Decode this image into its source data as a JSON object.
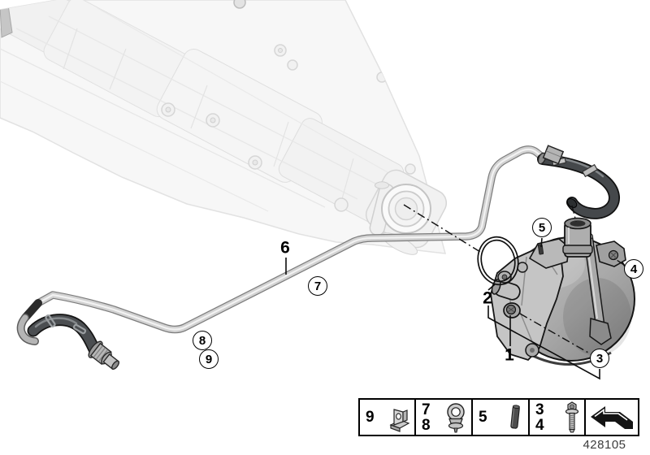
{
  "diagram": {
    "part_number": "428105",
    "callouts": {
      "c1": "1",
      "c2": "2",
      "c3": "3",
      "c4": "4",
      "c5": "5",
      "c6": "6",
      "c7": "7",
      "c8": "8",
      "c9": "9"
    },
    "legend": {
      "cells": [
        {
          "labels": [
            "9"
          ],
          "icon": "bracket-icon"
        },
        {
          "labels": [
            "7",
            "8"
          ],
          "icon": "clamp-icon"
        },
        {
          "labels": [
            "5"
          ],
          "icon": "pin-icon"
        },
        {
          "labels": [
            "3",
            "4"
          ],
          "icon": "screw-icon"
        },
        {
          "labels": [],
          "icon": "jump-arrow-icon"
        }
      ]
    },
    "colors": {
      "background": "#FFFFFF",
      "outline": "#111111",
      "pump_body_gray": "#A9A9A9",
      "hose_dark_gray": "#45484B",
      "pipe_metal_gray": "#D2D2D2",
      "engine_ghost_gray": "#F5F5F5"
    }
  }
}
